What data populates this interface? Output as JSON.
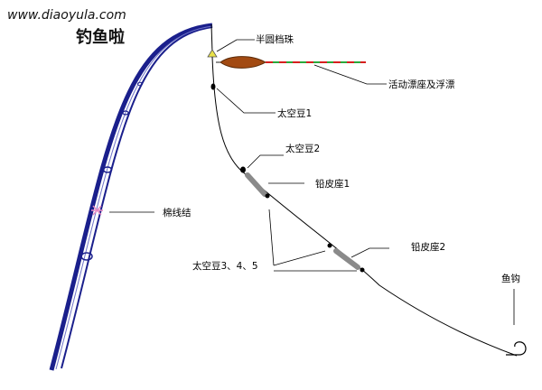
{
  "watermark": {
    "url": "www.diaoyula.com",
    "brand": "钓鱼啦"
  },
  "labels": {
    "half_round_stopper": "半圆档珠",
    "float_seat_and_float": "活动漂座及浮漂",
    "space_bean_1": "太空豆1",
    "space_bean_2": "太空豆2",
    "lead_seat_1": "铅皮座1",
    "cotton_knot": "棉线结",
    "lead_seat_2": "铅皮座2",
    "space_beans_345": "太空豆3、4、5",
    "fish_hook": "鱼钩"
  },
  "colors": {
    "rod": "#1a1f8c",
    "line": "#000000",
    "float_body": "#a24a12",
    "float_tip_green": "#29a83a",
    "float_tip_red": "#d61f1f",
    "stopper": "#e9e24a",
    "lead_seat": "#8a8a8a",
    "knot": "#e68ac4"
  }
}
